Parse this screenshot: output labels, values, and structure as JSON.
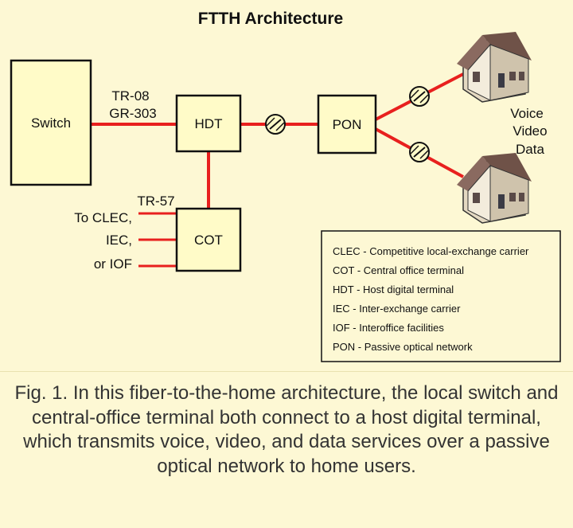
{
  "title": "FTTH Architecture",
  "nodes": {
    "switch": "Switch",
    "hdt": "HDT",
    "pon": "PON",
    "cot": "COT"
  },
  "links": {
    "tr08": "TR-08",
    "gr303": "GR-303",
    "tr57": "TR-57"
  },
  "left_labels": [
    "To CLEC,",
    "IEC,",
    "or IOF"
  ],
  "services": [
    "Voice",
    "Video",
    "Data"
  ],
  "legend": [
    "CLEC - Competitive local-exchange carrier",
    "COT - Central office terminal",
    "HDT - Host digital terminal",
    "IEC - Inter-exchange carrier",
    "IOF - Interoffice facilities",
    "PON - Passive optical network"
  ],
  "caption": "Fig. 1. In this fiber-to-the-home architecture, the local switch and central-office terminal both connect to a host digital terminal, which transmits voice, video, and data services over a passive optical network to home users.",
  "colors": {
    "link": "#e8201e",
    "box": "#fffbc8",
    "background": "#fdf8d4"
  }
}
